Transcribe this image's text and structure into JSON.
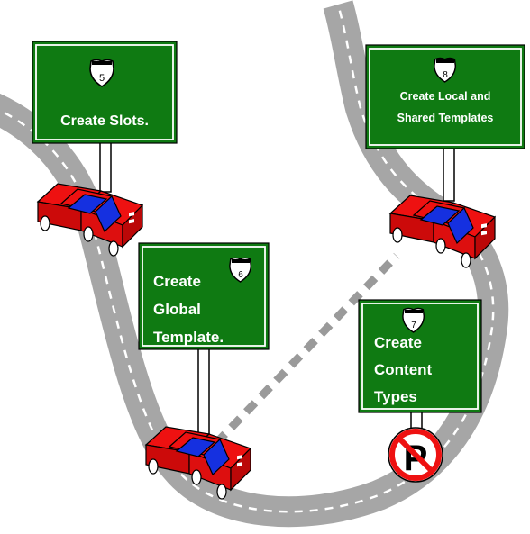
{
  "colors": {
    "road": "#a6a6a6",
    "road_dash": "#ffffff",
    "sign_green": "#0f7a12",
    "car_red": "#ee1111",
    "car_blue": "#1530e0",
    "no_parking_red": "#ee1111"
  },
  "signs": [
    {
      "id": "slots",
      "number": "5",
      "lines": [
        "Create Slots."
      ]
    },
    {
      "id": "global",
      "number": "6",
      "lines": [
        "Create",
        "Global",
        "Template."
      ]
    },
    {
      "id": "content",
      "number": "7",
      "lines": [
        "Create",
        "Content",
        "Types"
      ]
    },
    {
      "id": "local",
      "number": "8",
      "lines": [
        "Create Local and",
        "Shared Templates"
      ]
    }
  ],
  "icons": {
    "shield": "route-shield-icon",
    "car": "car-icon",
    "no_parking": "no-parking-icon"
  }
}
